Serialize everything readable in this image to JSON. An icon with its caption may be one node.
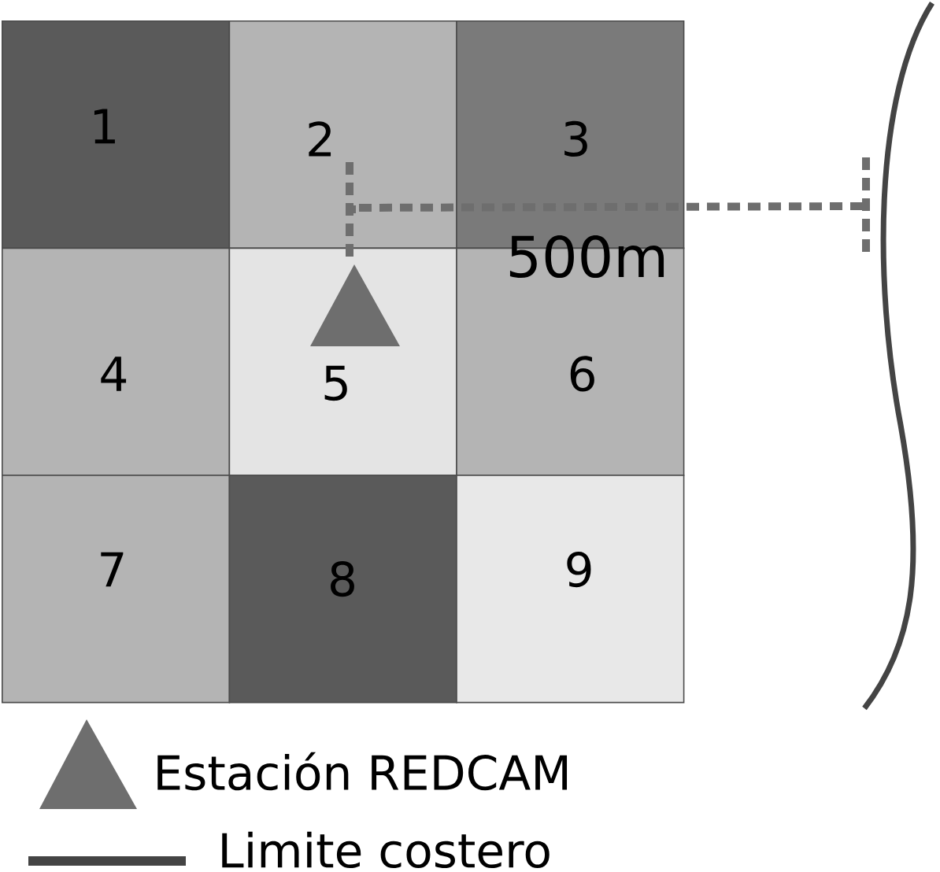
{
  "diagram": {
    "nodes": [
      {
        "text": [
          "1"
        ]
      },
      {
        "text": [
          "2"
        ]
      },
      {
        "text": [
          "3"
        ]
      },
      {
        "text": [
          "4"
        ]
      },
      {
        "text": [
          "5"
        ]
      },
      {
        "text": [
          "6"
        ]
      },
      {
        "text": [
          "7"
        ]
      },
      {
        "text": [
          "8"
        ]
      },
      {
        "text": [
          "9"
        ]
      }
    ],
    "labels": [
      "500m"
    ],
    "legend": [
      {
        "text": "Estación REDCAM"
      },
      {
        "text": "Limite costero"
      }
    ]
  }
}
